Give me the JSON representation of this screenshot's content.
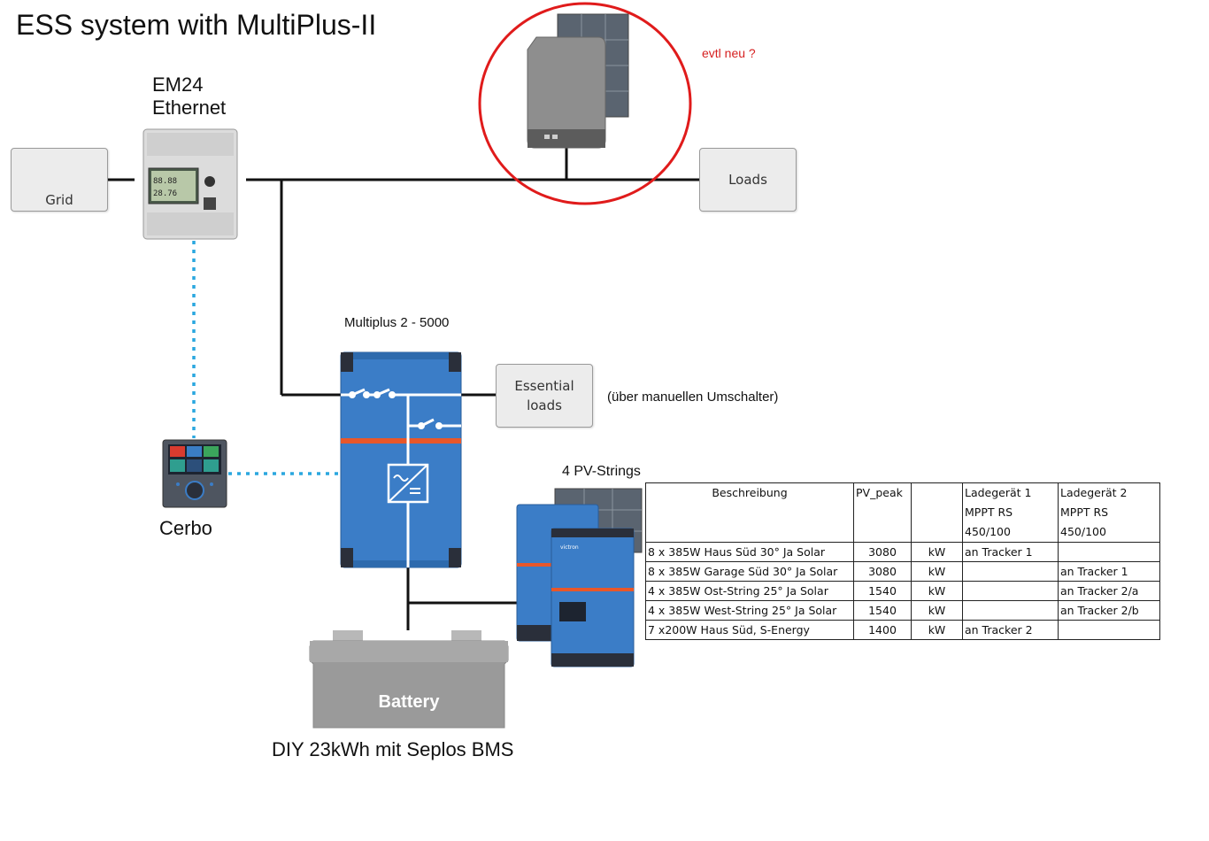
{
  "title": "ESS system with MultiPlus-II",
  "meter": {
    "line1": "EM24",
    "line2": "Ethernet"
  },
  "grid_box": {
    "label": "Grid"
  },
  "loads_box": {
    "label": "Loads"
  },
  "essential_box": {
    "line1": "Essential",
    "line2": "loads"
  },
  "essential_note": "(über manuellen Umschalter)",
  "pv_inverter_note": "evtl neu ?",
  "multiplus_label": "Multiplus 2 - 5000",
  "cerbo_label": "Cerbo",
  "battery": {
    "label": "Battery",
    "caption": "DIY 23kWh mit Seplos BMS"
  },
  "pv_strings_label": "4 PV-Strings",
  "pv_table": {
    "headers": {
      "desc": "Beschreibung",
      "pv_peak": "PV_peak",
      "unit": "",
      "charger1": [
        "Ladegerät 1",
        "MPPT  RS",
        "450/100"
      ],
      "charger2": [
        "Ladegerät 2",
        "MPPT  RS",
        "450/100"
      ]
    },
    "rows": [
      {
        "desc": "8 x 385W Haus Süd 30° Ja Solar",
        "pv_peak": "3080",
        "unit": "kW",
        "charger1": "an Tracker 1",
        "charger2": ""
      },
      {
        "desc": "8 x 385W Garage Süd 30° Ja Solar",
        "pv_peak": "3080",
        "unit": "kW",
        "charger1": "",
        "charger2": "an Tracker 1"
      },
      {
        "desc": "4 x 385W Ost-String 25° Ja Solar",
        "pv_peak": "1540",
        "unit": "kW",
        "charger1": "",
        "charger2": "an Tracker 2/a"
      },
      {
        "desc": "4 x 385W West-String 25° Ja Solar",
        "pv_peak": "1540",
        "unit": "kW",
        "charger1": "",
        "charger2": "an Tracker 2/b"
      },
      {
        "desc": "7 x200W Haus Süd, S-Energy",
        "pv_peak": "1400",
        "unit": "kW",
        "charger1": "an Tracker 2",
        "charger2": ""
      }
    ]
  },
  "colors": {
    "victron_blue": "#3b7dc7",
    "victron_dark": "#2a2f3a",
    "orange_stripe": "#e8572a",
    "dotted_link": "#2aa7df",
    "red_circle": "#e01b1b",
    "battery_grey": "#9a9a9a"
  }
}
